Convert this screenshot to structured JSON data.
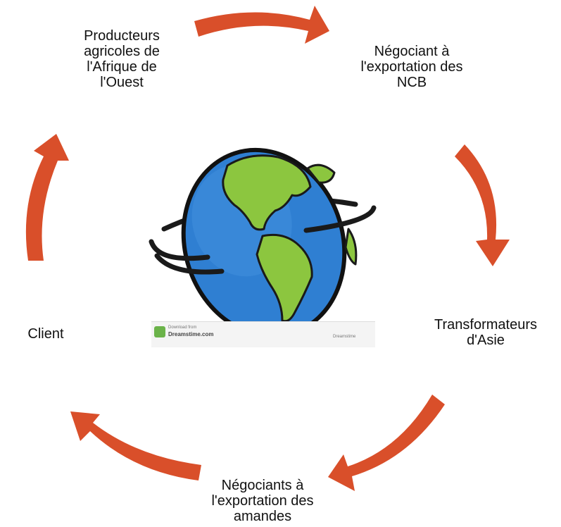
{
  "diagram": {
    "nodes": [
      {
        "id": "producers",
        "lines": [
          "Producteurs",
          "agricoles de",
          "l'Afrique de",
          "l'Ouest"
        ]
      },
      {
        "id": "exporter-ncb",
        "lines": [
          "Négociant à",
          "l'exportation des",
          "NCB"
        ]
      },
      {
        "id": "processors",
        "lines": [
          "Transformateurs",
          "d'Asie"
        ]
      },
      {
        "id": "kernel-exporters",
        "lines": [
          "Négociants à",
          "l'exportation des",
          "amandes"
        ]
      },
      {
        "id": "client",
        "lines": [
          "Client"
        ]
      }
    ],
    "arrow_color": "#d94f2a",
    "center_image": "rotating-globe-icon",
    "watermark": {
      "line1": "Download from",
      "line2": "Dreamstime.com",
      "right": "Dreamstime"
    }
  }
}
